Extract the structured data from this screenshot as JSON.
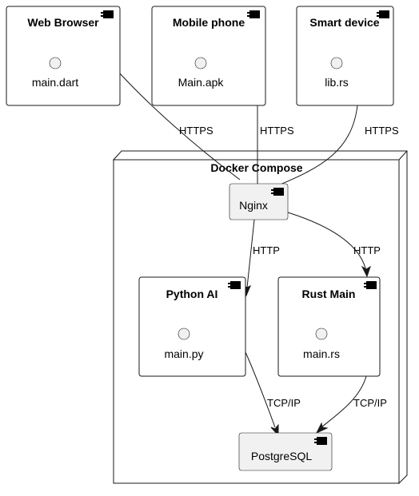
{
  "diagram": {
    "clients": {
      "web_browser": {
        "title": "Web Browser",
        "artifact": "main.dart"
      },
      "mobile_phone": {
        "title": "Mobile phone",
        "artifact": "Main.apk"
      },
      "smart_device": {
        "title": "Smart device",
        "artifact": "lib.rs"
      }
    },
    "docker_node": {
      "title": "Docker Compose"
    },
    "services": {
      "nginx": {
        "title": "Nginx"
      },
      "python_ai": {
        "title": "Python AI",
        "artifact": "main.py"
      },
      "rust_main": {
        "title": "Rust Main",
        "artifact": "main.rs"
      },
      "postgresql": {
        "title": "PostgreSQL"
      }
    },
    "edges": {
      "web_to_nginx": "HTTPS",
      "mobile_to_nginx": "HTTPS",
      "smart_to_nginx": "HTTPS",
      "nginx_to_python": "HTTP",
      "nginx_to_rust": "HTTP",
      "python_to_postgres": "TCP/IP",
      "rust_to_postgres": "TCP/IP"
    }
  }
}
